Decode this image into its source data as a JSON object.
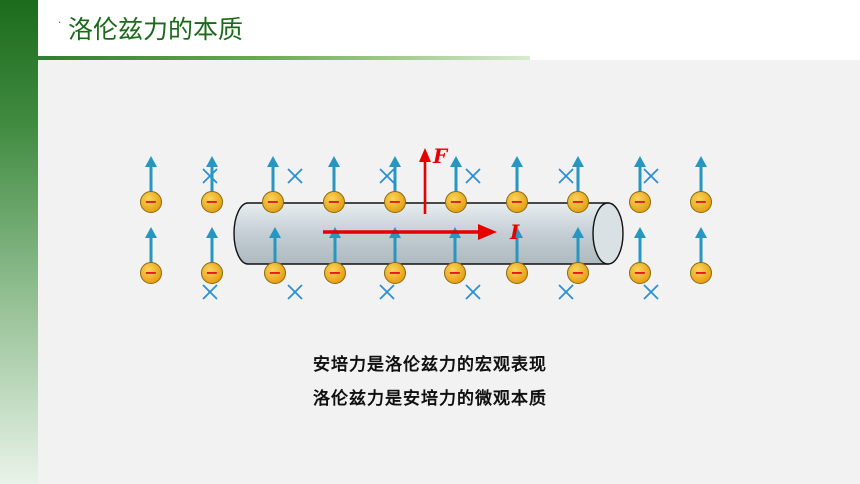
{
  "slide": {
    "title": "洛伦兹力的本质",
    "title_bullet": "·"
  },
  "figure": {
    "force_label": "F",
    "current_label": "I",
    "electron_sign": "−",
    "field_symbol": "×",
    "colors": {
      "arrow": "#2796c0",
      "field_cross": "#2a8fd6",
      "electron_fill": "#f0b21a",
      "electron_sign": "#e01919",
      "force_arrow": "#e60000",
      "current_arrow": "#e60000",
      "wire_fill": "#c9d3d8"
    }
  },
  "captions": {
    "line1": "安培力是洛伦兹力的宏观表现",
    "line2": "洛伦兹力是安培力的微观本质"
  }
}
